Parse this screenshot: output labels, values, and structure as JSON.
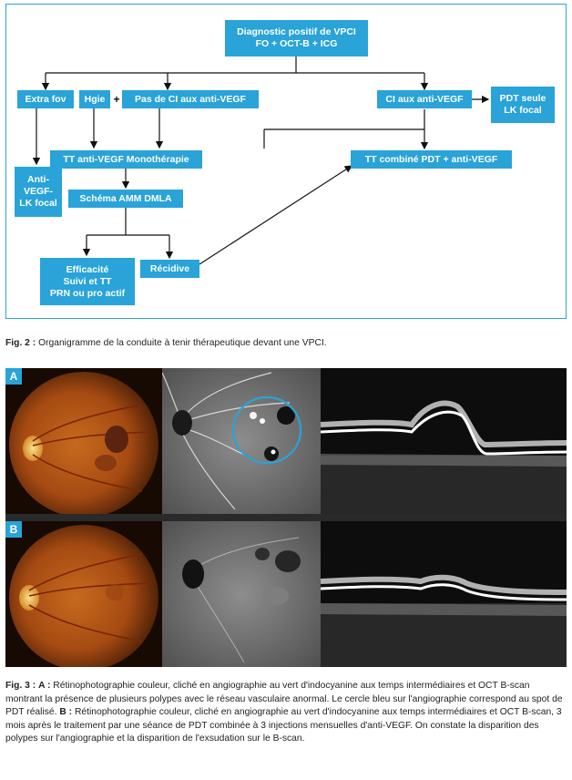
{
  "flowchart": {
    "nodes": {
      "diag": "Diagnostic positif de VPCI\nFO + OCT-B + ICG",
      "extra": "Extra fov",
      "hgie": "Hgie",
      "plus": "+",
      "pasci": "Pas de CI aux anti-VEGF",
      "ci": "CI aux anti-VEGF",
      "pdt": "PDT seule\nLK focal",
      "anti": "Anti-\nVEGF-\nLK focal",
      "mono": "TT anti-VEGF Monothérapie",
      "combine": "TT combiné PDT + anti-VEGF",
      "schema": "Schéma AMM DMLA",
      "eff": "Efficacité\nSuivi et TT\nPRN ou pro actif",
      "recidive": "Récidive"
    },
    "box_color": "#29a3d8"
  },
  "fig2_caption": {
    "label": "Fig. 2 :",
    "text": "Organigramme de la conduite à tenir thérapeutique devant une VPCI."
  },
  "figure3": {
    "panel_labels": [
      "A",
      "B"
    ],
    "circle_color": "#29a3d8"
  },
  "fig3_caption": {
    "label": "Fig. 3 :",
    "a_label": "A :",
    "a_text": "Rétinophotographie couleur, cliché en angiographie au vert d'indocyanine aux temps intermédiaires et OCT B-scan montrant la présence de plusieurs polypes avec le réseau vasculaire anormal. Le cercle bleu sur l'angiographie correspond au spot de PDT réalisé.",
    "b_label": "B :",
    "b_text": "Rétinophotographie couleur, cliché en angiographie au vert d'indocyanine aux temps intermédiaires et OCT B-scan, 3 mois après le traitement par une séance de PDT combinée à 3 injections mensuelles d'anti-VEGF. On constate la disparition des polypes sur l'angiographie et la disparition de l'exsudation sur le B-scan."
  }
}
